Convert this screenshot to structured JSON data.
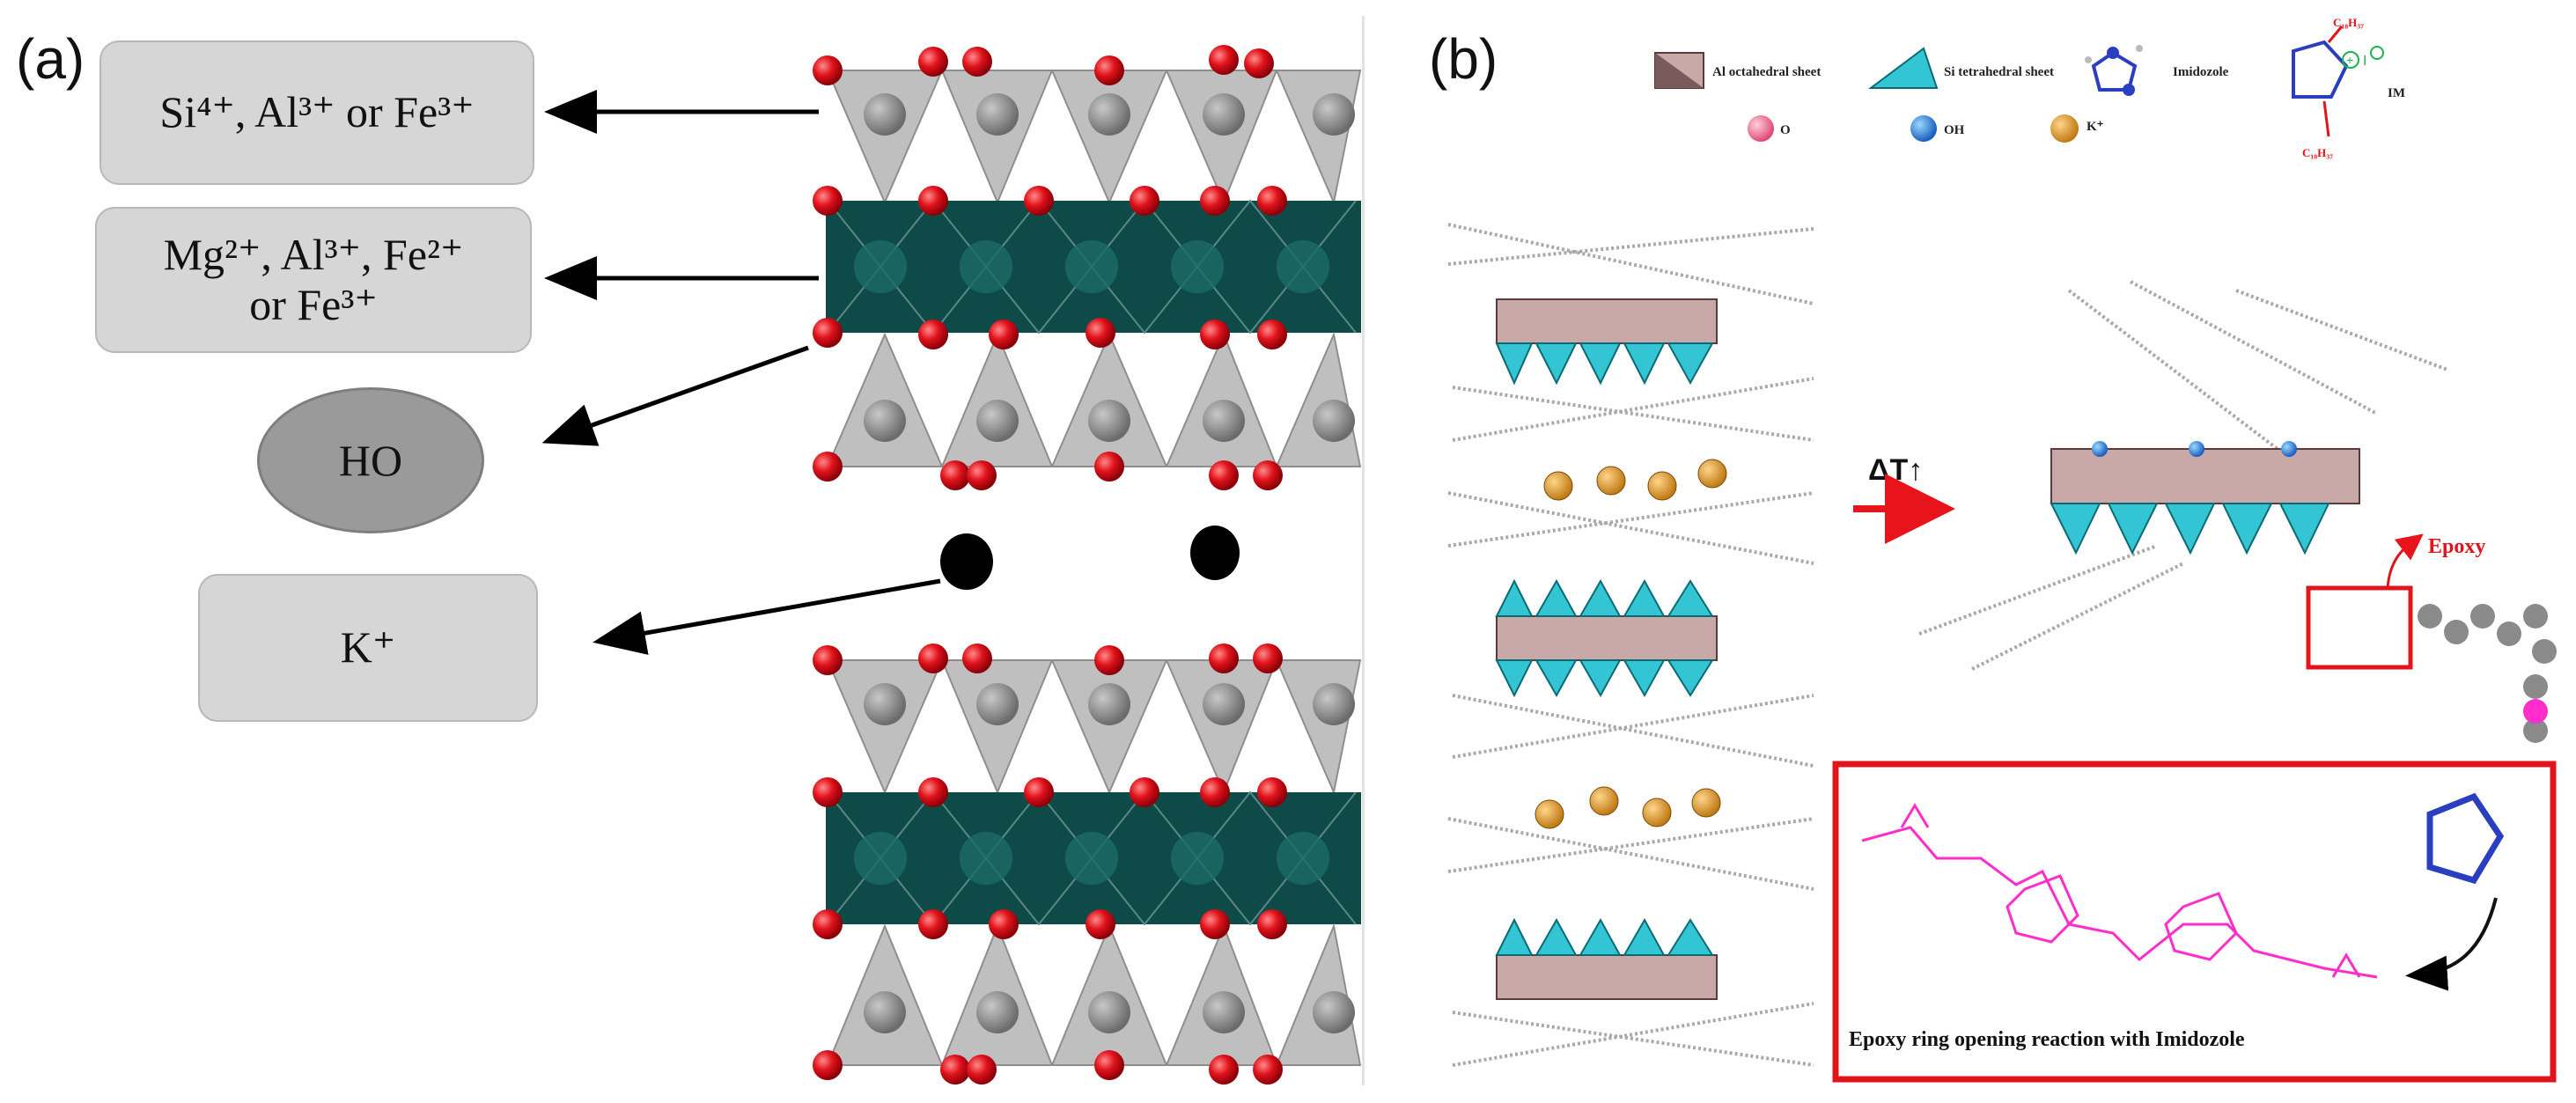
{
  "panel_a": {
    "label": "(a)",
    "boxes": {
      "tetrahedral": "Si⁴⁺, Al³⁺ or Fe³⁺",
      "octahedral_line1": "Mg²⁺, Al³⁺, Fe²⁺",
      "octahedral_line2": "or Fe³⁺",
      "hydroxyl": "HO",
      "interlayer": "K⁺"
    }
  },
  "panel_b": {
    "label": "(b)",
    "legend": {
      "al_sheet": "Al octahedral sheet",
      "si_sheet": "Si tetrahedral sheet",
      "imidazole": "Imidozole",
      "im": "IM",
      "o": "O",
      "oh": "OH",
      "k": "K⁺",
      "chain_top": "C₁₈H₃₇",
      "chain_bottom": "C₁₈H₃₇"
    },
    "heat_label": "ΔT↑",
    "epoxy_label": "Epoxy",
    "reaction_caption": "Epoxy ring opening reaction with Imidozole",
    "colors": {
      "oxygen": "#e0121b",
      "octahedra_a": "#0e4b48",
      "tetrahedra_a": "#a8a8a8",
      "arrow_red": "#e8141b",
      "box_red": "#e0141b",
      "epoxy_magenta": "#ff2ecb",
      "si_cyan": "#33c5d3",
      "al_pink": "#c9a8a8",
      "k_orange": "#e09a2a",
      "imidazole_blue": "#2a3fbf"
    }
  }
}
